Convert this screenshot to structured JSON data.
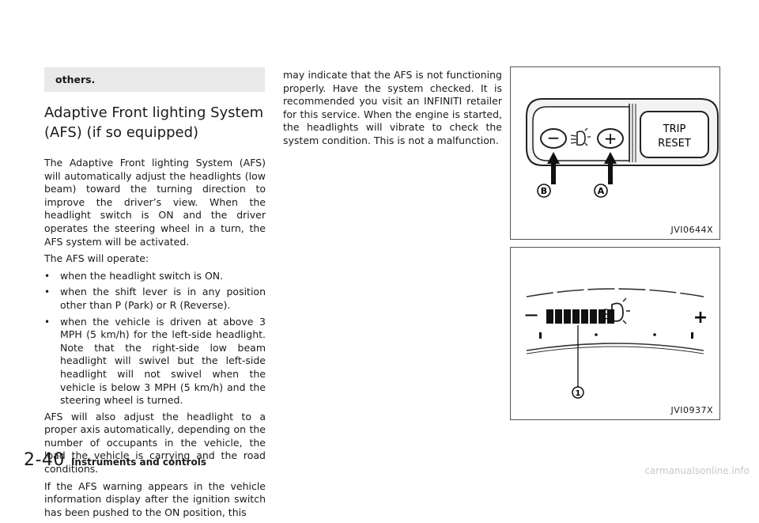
{
  "note_box": {
    "text": "others."
  },
  "heading": "Adaptive Front lighting System (AFS) (if so equipped)",
  "col1": {
    "intro": "The Adaptive Front lighting System (AFS) will automatically adjust the headlights (low beam) toward the turning direction to improve the driver’s view. When the headlight switch is ON and the driver operates the steering wheel in a turn, the AFS system will be activated.",
    "operate_label": "The AFS will operate:",
    "bullets": [
      "when the headlight switch is ON.",
      "when the shift lever is in any position other than P (Park) or R (Reverse).",
      "when the vehicle is driven at above 3 MPH (5 km/h) for the left-side headlight. Note that the right-side low beam headlight will swivel but the left-side headlight will not swivel when the vehicle is below 3 MPH (5 km/h) and the steering wheel is turned."
    ],
    "para2": "AFS will also adjust the headlight to a proper axis automatically, depending on the number of occupants in the vehicle, the load the vehicle is carrying and the road conditions.",
    "para3": "If the AFS warning appears in the vehicle information display after the ignition switch has been pushed to the ON position, this"
  },
  "col2": {
    "para": "may indicate that the AFS is not functioning properly. Have the system checked. It is recommended you visit an INFINITI retailer for this service. When the engine is started, the headlights will vibrate to check the system condition. This is not a malfunction."
  },
  "figure1": {
    "id": "JVI0644X",
    "minus": "−",
    "plus": "+",
    "trip_line1": "TRIP",
    "trip_line2": "RESET",
    "callout_b": "B",
    "callout_a": "A"
  },
  "figure2": {
    "id": "JVI0937X",
    "minus": "−",
    "plus": "+",
    "callout_1": "1",
    "bar_segments_lit": 8
  },
  "footer": {
    "page_number": "2-40",
    "section": "Instruments and controls"
  },
  "watermark": "carmanualsonline.info"
}
